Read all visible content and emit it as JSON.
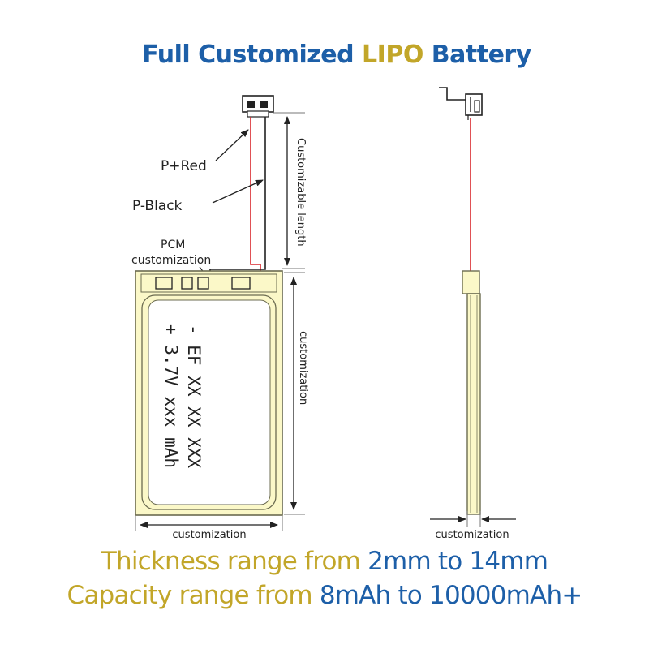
{
  "title": {
    "part1": "Full Customized ",
    "part2": "LIPO",
    "part3": " Battery",
    "color_primary": "#1d5fa8",
    "color_accent": "#c2a629"
  },
  "labels": {
    "p_red": "P+Red",
    "p_black": "P-Black",
    "pcm_line1": "PCM",
    "pcm_line2": "customization",
    "customizable_length": "Customizable length",
    "customization_height": "customization",
    "customization_width": "customization",
    "customization_thickness": "customization"
  },
  "cell_print": {
    "line1": "-  EF XX XX XXX",
    "line2": "+ 3.7V xxx mAh"
  },
  "specs": {
    "thickness_label": "Thickness range from ",
    "thickness_value": "2mm to 14mm",
    "capacity_label": "Capacity range from ",
    "capacity_value": "8mAh to 10000mAh+"
  },
  "colors": {
    "cell_fill": "#fbf8c8",
    "cell_stroke": "#6b6b50",
    "red_wire": "#d9262b",
    "dimension_line": "#222222"
  }
}
